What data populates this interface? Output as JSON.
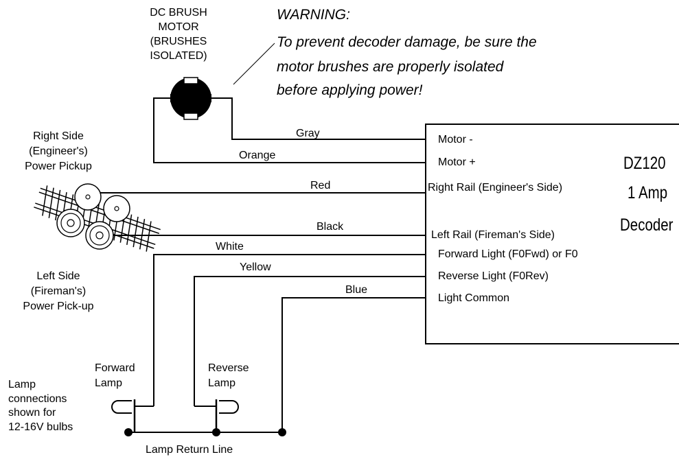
{
  "motor": {
    "label": "DC BRUSH\nMOTOR\n(BRUSHES\nISOLATED)"
  },
  "warning": {
    "title": "WARNING:",
    "line1": "To prevent decoder damage, be sure the",
    "line2": "motor brushes are properly isolated",
    "line3": "before applying power!"
  },
  "pickup": {
    "right_label": "Right Side\n(Engineer's)\nPower Pickup",
    "left_label": "Left Side\n(Fireman's)\nPower Pick-up"
  },
  "wires": {
    "gray": "Gray",
    "orange": "Orange",
    "red": "Red",
    "black": "Black",
    "white": "White",
    "yellow": "Yellow",
    "blue": "Blue"
  },
  "decoder": {
    "line1": "DZ120",
    "line2": "1 Amp",
    "line3": "Decoder",
    "pins": [
      "Motor -",
      "Motor +",
      "Right Rail (Engineer's Side)",
      "Left Rail (Fireman's Side)",
      "Forward Light (F0Fwd) or F0",
      "Reverse Light (F0Rev)",
      "Light Common"
    ]
  },
  "lamps": {
    "forward": "Forward\nLamp",
    "reverse": "Reverse\nLamp",
    "note": "Lamp\nconnections\nshown for\n12-16V bulbs",
    "return_line": "Lamp Return Line"
  }
}
